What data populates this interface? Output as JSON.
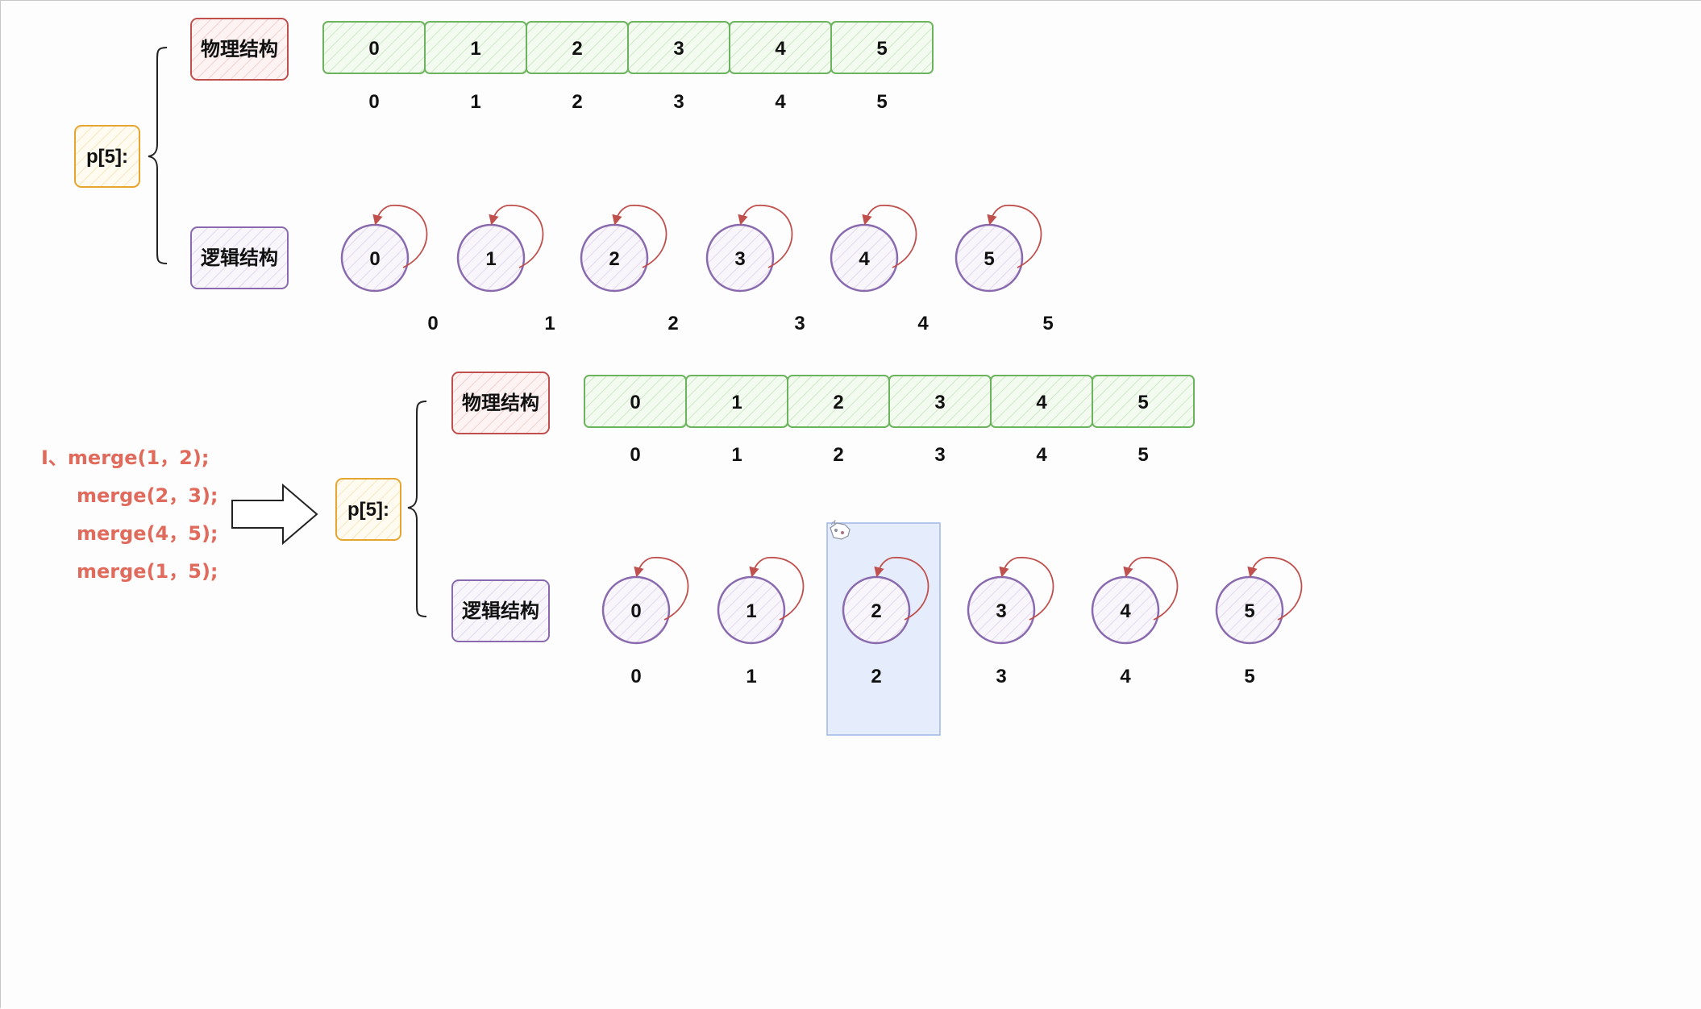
{
  "colors": {
    "physical_box_stroke": "#c0504d",
    "physical_box_fill": "#fdecec",
    "logical_box_stroke": "#8a6aae",
    "logical_box_fill": "#f3eef8",
    "p_box_stroke": "#e6a52e",
    "p_box_fill": "#fff8e6",
    "cell_stroke": "#6cb35e",
    "cell_fill": "#eaf6e6",
    "node_stroke": "#8a6aae",
    "arrow_color": "#c0504d",
    "code_color": "#e06a5c",
    "selection_fill": "#dce6fa",
    "selection_stroke": "#9fb6ea"
  },
  "top": {
    "p_label": "p[5]:",
    "physical_label": "物理结构",
    "logical_label": "逻辑结构",
    "cells": [
      "0",
      "1",
      "2",
      "3",
      "4",
      "5"
    ],
    "cell_indices": [
      "0",
      "1",
      "2",
      "3",
      "4",
      "5"
    ],
    "nodes": [
      "0",
      "1",
      "2",
      "3",
      "4",
      "5"
    ],
    "node_indices": [
      "0",
      "1",
      "2",
      "3",
      "4",
      "5"
    ]
  },
  "bottom": {
    "p_label": "p[5]:",
    "physical_label": "物理结构",
    "logical_label": "逻辑结构",
    "cells": [
      "0",
      "1",
      "2",
      "3",
      "4",
      "5"
    ],
    "cell_indices": [
      "0",
      "1",
      "2",
      "3",
      "4",
      "5"
    ],
    "nodes": [
      "0",
      "1",
      "2",
      "3",
      "4",
      "5"
    ],
    "node_indices": [
      "0",
      "1",
      "2",
      "3",
      "4",
      "5"
    ]
  },
  "code": {
    "lines": [
      "Ⅰ、merge(1，2);",
      "merge(2，3);",
      "merge(4，5);",
      "merge(1，5);"
    ]
  },
  "selection": {
    "icon": "cursor-sticker-icon"
  }
}
